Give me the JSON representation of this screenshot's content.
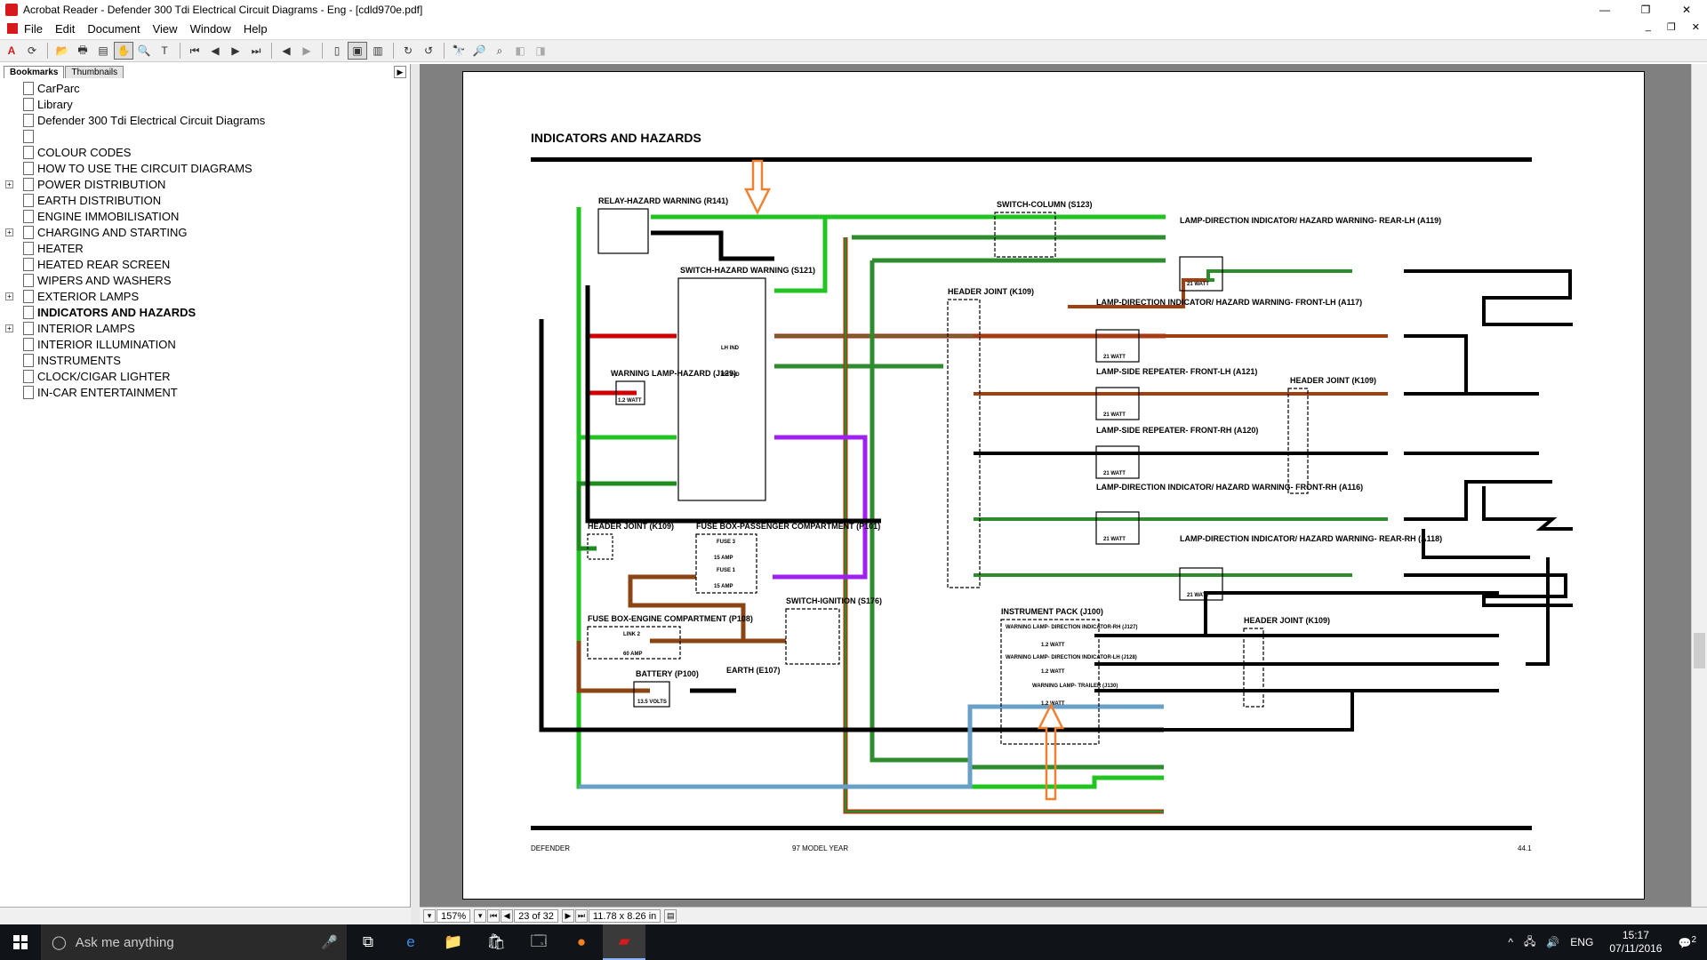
{
  "window": {
    "title": "Acrobat Reader - Defender 300 Tdi Electrical Circuit Diagrams - Eng - [cdld970e.pdf]",
    "min": "—",
    "max": "❐",
    "close": "✕"
  },
  "menu": [
    "File",
    "Edit",
    "Document",
    "View",
    "Window",
    "Help"
  ],
  "navpane": {
    "tabs": [
      "Bookmarks",
      "Thumbnails"
    ],
    "bookmarks": [
      {
        "label": "CarParc",
        "expandable": false
      },
      {
        "label": "Library",
        "expandable": false
      },
      {
        "label": "Defender 300 Tdi Electrical Circuit Diagrams",
        "expandable": false
      },
      {
        "label": "",
        "expandable": false
      },
      {
        "label": "COLOUR CODES",
        "expandable": false
      },
      {
        "label": "HOW TO USE THE CIRCUIT DIAGRAMS",
        "expandable": false
      },
      {
        "label": "POWER DISTRIBUTION",
        "expandable": true
      },
      {
        "label": "EARTH DISTRIBUTION",
        "expandable": false
      },
      {
        "label": "ENGINE IMMOBILISATION",
        "expandable": false
      },
      {
        "label": "CHARGING AND STARTING",
        "expandable": true
      },
      {
        "label": "HEATER",
        "expandable": false
      },
      {
        "label": "HEATED REAR SCREEN",
        "expandable": false
      },
      {
        "label": "WIPERS AND WASHERS",
        "expandable": false
      },
      {
        "label": "EXTERIOR LAMPS",
        "expandable": true
      },
      {
        "label": "INDICATORS AND HAZARDS",
        "expandable": false,
        "current": true
      },
      {
        "label": "INTERIOR LAMPS",
        "expandable": true
      },
      {
        "label": "INTERIOR ILLUMINATION",
        "expandable": false
      },
      {
        "label": "INSTRUMENTS",
        "expandable": false
      },
      {
        "label": "CLOCK/CIGAR LIGHTER",
        "expandable": false
      },
      {
        "label": "IN-CAR ENTERTAINMENT",
        "expandable": false
      }
    ]
  },
  "status": {
    "zoom": "157%",
    "page": "23 of 32",
    "size": "11.78 x 8.26 in"
  },
  "diagram": {
    "title": "INDICATORS AND HAZARDS",
    "footer_left": "DEFENDER",
    "footer_center": "97 MODEL YEAR",
    "footer_right": "44.1",
    "components": {
      "relay": "RELAY-HAZARD WARNING (R141)",
      "switch_hazard": "SWITCH-HAZARD WARNING (S121)",
      "switch_column": "SWITCH-COLUMN (S123)",
      "warning_lamp": "WARNING LAMP-HAZARD (J129)",
      "header_k109_left": "HEADER JOINT (K109)",
      "header_k109_mid": "HEADER JOINT (K109)",
      "header_k109_right": "HEADER JOINT (K109)",
      "header_k109_br": "HEADER JOINT (K109)",
      "fuse_pass": "FUSE BOX-PASSENGER COMPARTMENT (P101)",
      "fuse_engine": "FUSE BOX-ENGINE COMPARTMENT (P108)",
      "switch_ign": "SWITCH-IGNITION (S176)",
      "battery": "BATTERY (P100)",
      "earth": "EARTH (E107)",
      "instrument": "INSTRUMENT PACK (J100)",
      "lamp_a119": "LAMP-DIRECTION INDICATOR/ HAZARD WARNING- REAR-LH (A119)",
      "lamp_a117": "LAMP-DIRECTION INDICATOR/ HAZARD WARNING- FRONT-LH (A117)",
      "lamp_a121": "LAMP-SIDE REPEATER- FRONT-LH (A121)",
      "lamp_a120": "LAMP-SIDE REPEATER- FRONT-RH (A120)",
      "lamp_a116": "LAMP-DIRECTION INDICATOR/ HAZARD WARNING- FRONT-RH (A116)",
      "lamp_a118": "LAMP-DIRECTION INDICATOR/ HAZARD WARNING- REAR-RH (A118)"
    },
    "wire_colors": {
      "LGN": "#22c422",
      "GR": "#2e8b2e",
      "GW": "#2e8b2e",
      "LG": "#22c422",
      "G": "#1e8b1e",
      "P": "#a020f0",
      "N": "#8b4513",
      "B": "#000000",
      "BR": "#cc0000",
      "LGP": "#6aa0c8"
    },
    "labels": {
      "watt21": "21 WATT",
      "watt12": "1.2 WATT",
      "watt1": "1.2 WATT",
      "amp15": "15 AMP",
      "amp60": "60 AMP",
      "volts": "13.5 VOLTS",
      "fuse3": "FUSE 3",
      "fuse1": "FUSE 1",
      "link2": "LINK 2",
      "lh_ind": "LH IND",
      "rh_ind": "RH IND",
      "wl_rh": "WARNING LAMP- DIRECTION INDICATOR-RH (J127)",
      "wl_lh": "WARNING LAMP- DIRECTION INDICATOR-LH (J128)",
      "wl_tr": "WARNING LAMP- TRAILER (J130)"
    }
  },
  "taskbar": {
    "search": "Ask me anything",
    "lang": "ENG",
    "time": "15:17",
    "date": "07/11/2016",
    "notif": "2"
  }
}
